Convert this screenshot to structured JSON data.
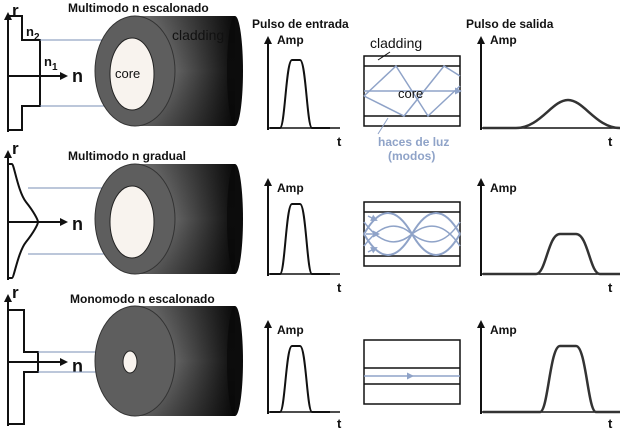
{
  "columns": {
    "input_pulse": "Pulso de entrada",
    "output_pulse": "Pulso de salida"
  },
  "labels": {
    "cladding_cylinder": "cladding",
    "core_cylinder": "core",
    "cladding_ray": "cladding",
    "core_ray": "core",
    "rays_line1": "haces de luz",
    "rays_line2": "(modos)",
    "amp": "Amp",
    "t": "t",
    "r": "r",
    "n": "n",
    "n_letter": "n",
    "sub1": "1",
    "sub2": "2"
  },
  "rows": [
    {
      "title": "Multimodo n escalonado"
    },
    {
      "title": "Multimodo n gradual"
    },
    {
      "title": "Monomodo n escalonado"
    }
  ],
  "colors": {
    "ray": "#8fa3c8",
    "axis": "#111111",
    "pulse": "#222222"
  }
}
